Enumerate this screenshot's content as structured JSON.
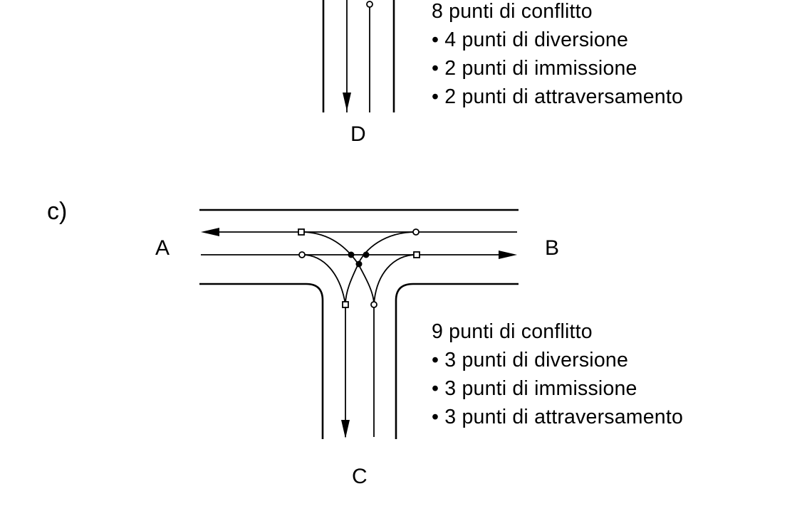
{
  "top_panel": {
    "node_bottom": "D",
    "summary": "8 punti di conflitto",
    "items": [
      "• 4 punti di diversione",
      "• 2 punti di immissione",
      "• 2 punti di attraversamento"
    ]
  },
  "panel_c": {
    "label": "c)",
    "node_left": "A",
    "node_right": "B",
    "node_bottom": "C",
    "summary": "9 punti di conflitto",
    "items": [
      "• 3 punti di diversione",
      "• 3 punti di immissione",
      "• 3 punti di attraversamento"
    ]
  },
  "colors": {
    "ink": "#000000",
    "background": "#ffffff"
  }
}
